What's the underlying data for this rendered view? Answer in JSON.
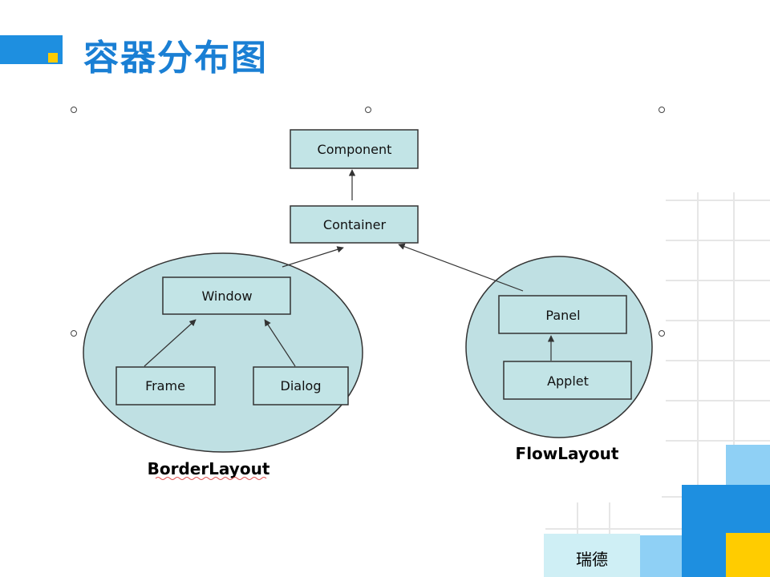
{
  "title": "容器分布图",
  "footer": "瑞德",
  "colors": {
    "title_blue": "#1a7fd4",
    "accent_blue": "#1e8fe0",
    "accent_yellow": "#ffcc00",
    "node_fill": "#c2e4e6",
    "ellipse_fill": "#bfe0e3"
  },
  "diagram": {
    "nodes": {
      "component": "Component",
      "container": "Container",
      "window": "Window",
      "frame": "Frame",
      "dialog": "Dialog",
      "panel": "Panel",
      "applet": "Applet"
    },
    "groups": {
      "border_layout": "BorderLayout",
      "flow_layout": "FlowLayout"
    }
  }
}
